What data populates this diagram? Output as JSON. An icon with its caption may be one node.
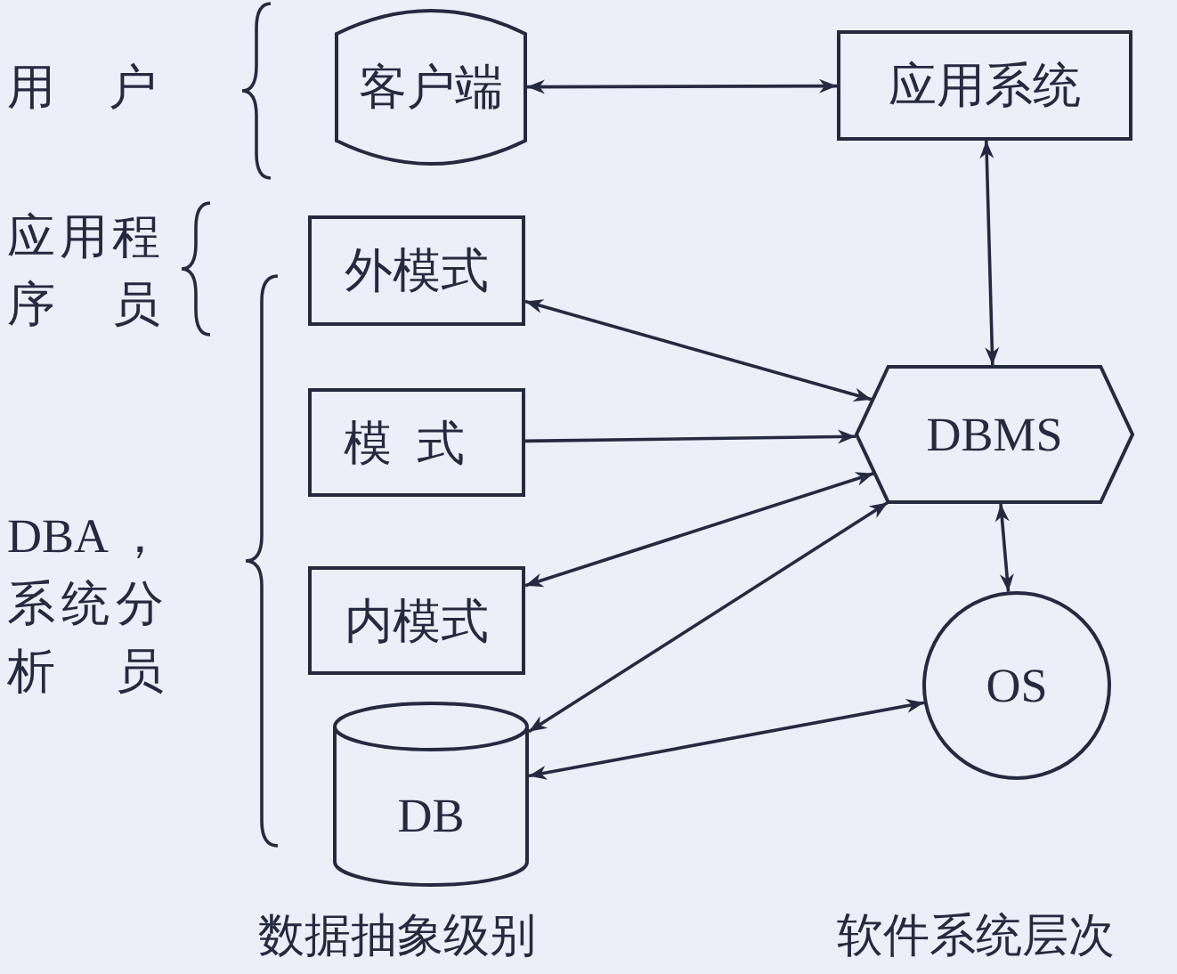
{
  "diagram": {
    "nodes": [
      {
        "text": [
          "客户端"
        ]
      },
      {
        "text": [
          "应用系统"
        ]
      },
      {
        "text": [
          "外模式"
        ]
      },
      {
        "text": [
          "模式"
        ]
      },
      {
        "text": [
          "DBMS"
        ]
      },
      {
        "text": [
          "内模式"
        ]
      },
      {
        "text": [
          "OS"
        ]
      },
      {
        "text": [
          "DB"
        ]
      }
    ],
    "edges": [
      {
        "from": 0,
        "to": 1,
        "arrow": "both"
      },
      {
        "from": 1,
        "to": 4,
        "arrow": "both"
      },
      {
        "from": 2,
        "to": 4,
        "arrow": "both"
      },
      {
        "from": 3,
        "to": 4,
        "arrow": "to"
      },
      {
        "from": 5,
        "to": 4,
        "arrow": "both"
      },
      {
        "from": 7,
        "to": 4,
        "arrow": "both"
      },
      {
        "from": 4,
        "to": 6,
        "arrow": "both"
      },
      {
        "from": 7,
        "to": 6,
        "arrow": "both"
      }
    ],
    "labels": [
      "用户",
      "应用程序员",
      "DBA，系统分析员",
      "数据抽象级别",
      "软件系统层次"
    ]
  }
}
